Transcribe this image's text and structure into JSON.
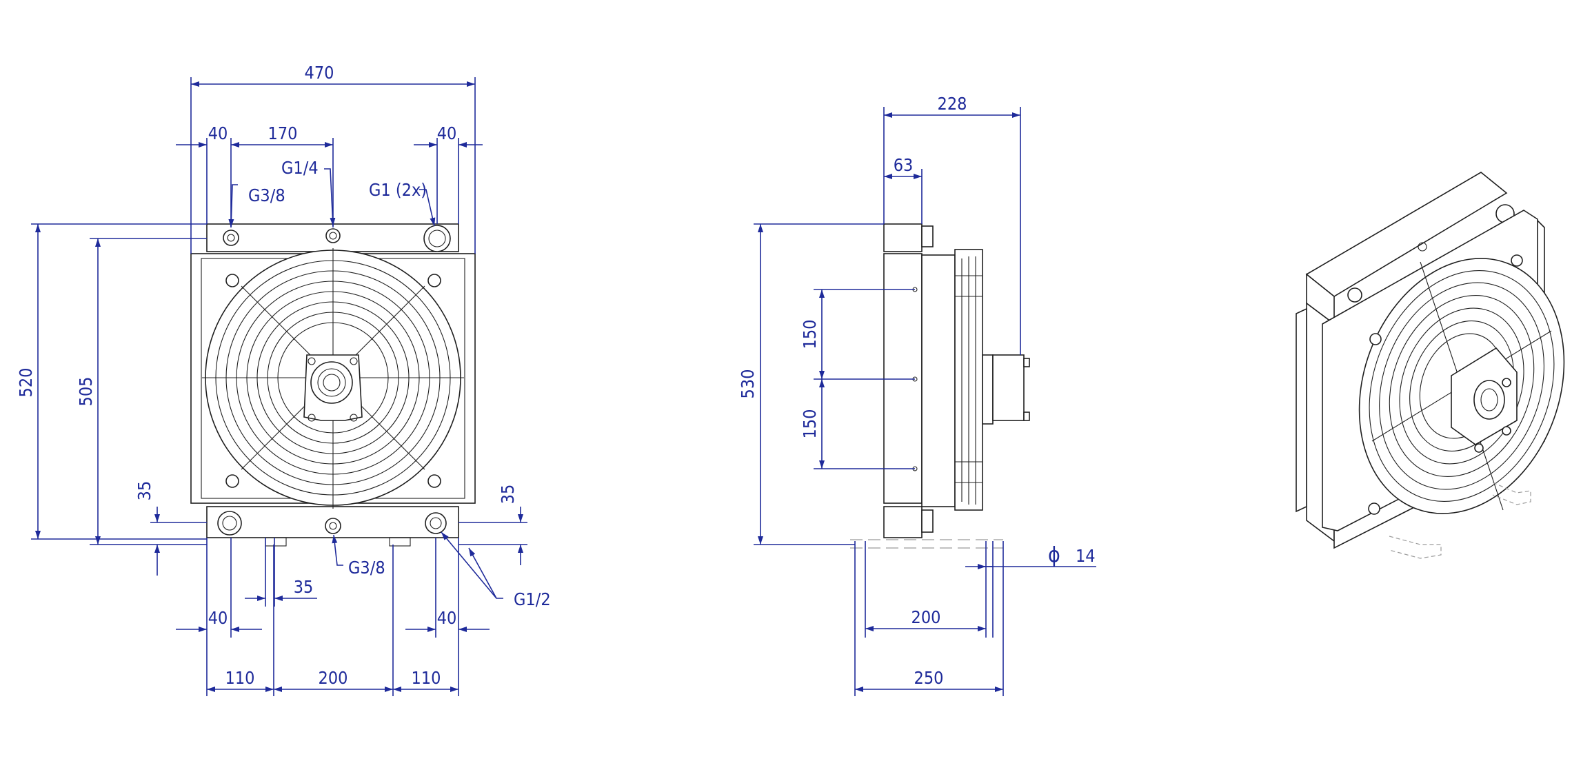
{
  "colors": {
    "dimension": "#1e2a9a",
    "part": "#1f1f1f",
    "background": "#ffffff"
  },
  "front_view": {
    "overall_width": "470",
    "left_edge_40": "40",
    "top_spacing_170": "170",
    "right_edge_40": "40",
    "label_g14": "G1/4",
    "label_g38_top": "G3/8",
    "label_g1": "G1 (2x)",
    "height_520": "520",
    "height_505": "505",
    "left_35": "35",
    "right_35": "35",
    "label_g38_bottom": "G3/8",
    "label_g12": "G1/2",
    "bottom_35": "35",
    "bottom_left_40": "40",
    "bottom_right_40": "40",
    "bottom_110_left": "110",
    "bottom_200": "200",
    "bottom_110_right": "110"
  },
  "side_view": {
    "depth_228": "228",
    "depth_63": "63",
    "height_530": "530",
    "spacing_150_upper": "150",
    "spacing_150_lower": "150",
    "phi_symbol": "ϕ",
    "hole_14": "14",
    "foot_200": "200",
    "foot_250": "250"
  }
}
